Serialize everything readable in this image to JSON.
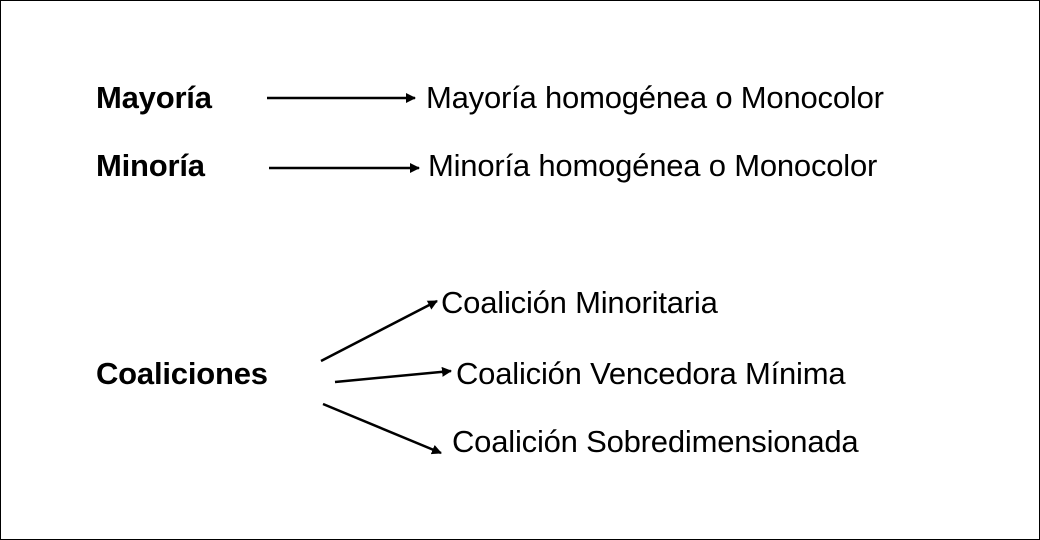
{
  "rows": [
    {
      "source": "Mayoría",
      "target": "Mayoría homogénea o Monocolor"
    },
    {
      "source": "Minoría",
      "target": "Minoría homogénea o Monocolor"
    }
  ],
  "coalitions": {
    "source": "Coaliciones",
    "types": [
      "Coalición Minoritaria",
      "Coalición Vencedora Mínima",
      "Coalición Sobredimensionada"
    ]
  },
  "colors": {
    "ink": "#000000",
    "background": "#ffffff"
  }
}
